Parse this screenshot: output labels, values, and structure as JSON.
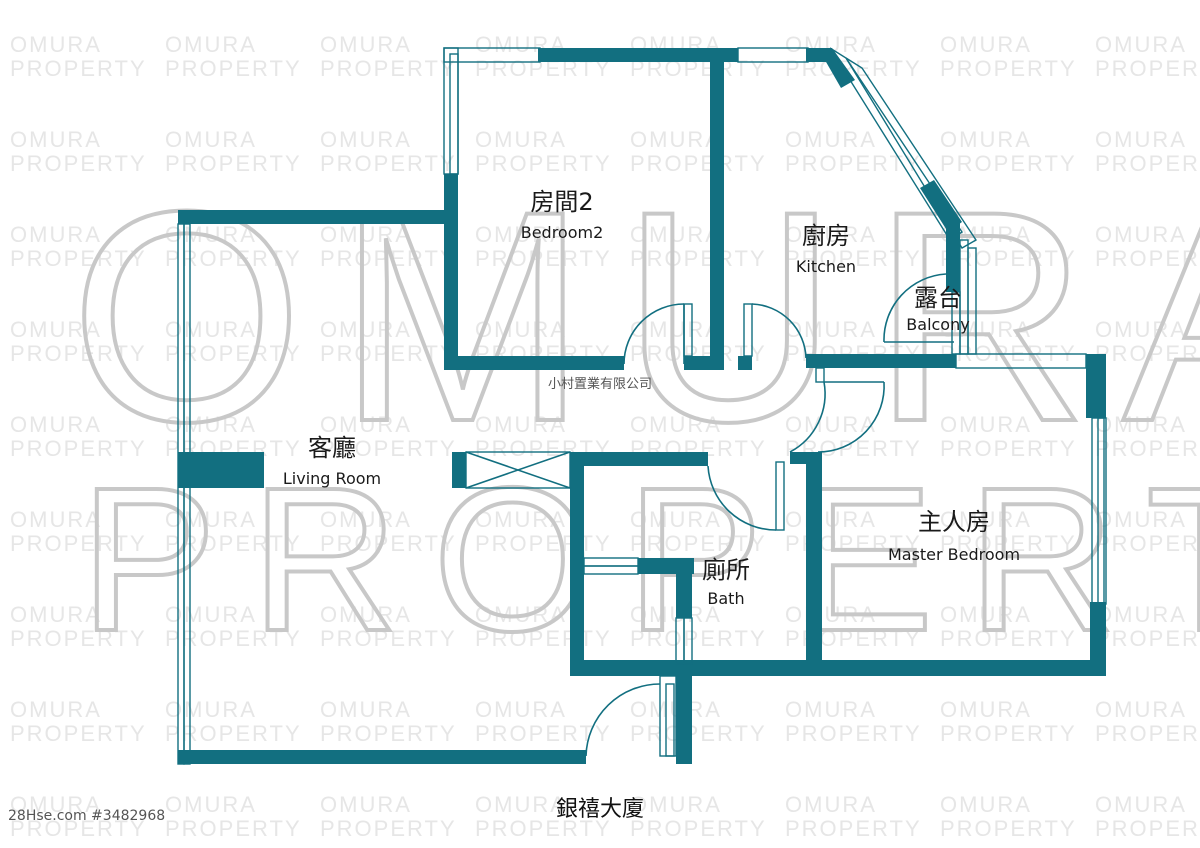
{
  "watermark": {
    "small_line1": "OMURA",
    "small_line2": "PROPERTY",
    "big_line1": "OMURA",
    "big_line2": "PROPERTY"
  },
  "rooms": {
    "bedroom2": {
      "zh": "房間2",
      "en": "Bedroom2"
    },
    "kitchen": {
      "zh": "廚房",
      "en": "Kitchen"
    },
    "balcony": {
      "zh": "露台",
      "en": "Balcony"
    },
    "living": {
      "zh": "客廳",
      "en": "Living Room"
    },
    "master": {
      "zh": "主人房",
      "en": "Master Bedroom"
    },
    "bath": {
      "zh": "廁所",
      "en": "Bath"
    }
  },
  "company_label": "小村置業有限公司",
  "building_name": "銀禧大廈",
  "source_label": "28Hse.com #3482968",
  "colors": {
    "wall": "#126f80",
    "watermark": "#c8c8c8"
  }
}
